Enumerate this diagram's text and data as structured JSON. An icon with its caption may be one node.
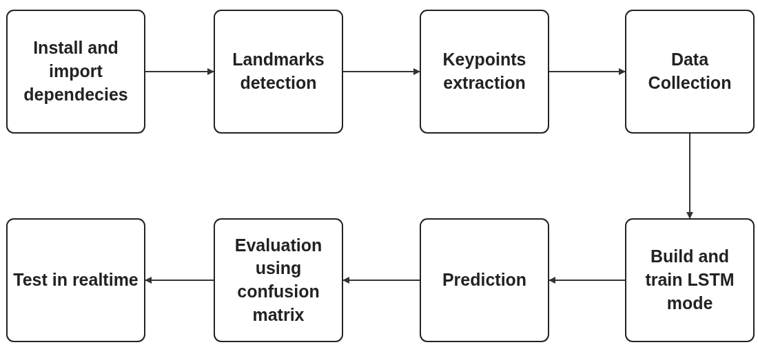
{
  "diagram": {
    "nodes": [
      {
        "text": [
          "Install and import dependecies"
        ]
      },
      {
        "text": [
          "Landmarks detection"
        ]
      },
      {
        "text": [
          "Keypoints extraction"
        ]
      },
      {
        "text": [
          "Data Collection"
        ]
      },
      {
        "text": [
          "Build and train LSTM mode"
        ]
      },
      {
        "text": [
          "Prediction"
        ]
      },
      {
        "text": [
          "Evaluation using confusion matrix"
        ]
      },
      {
        "text": [
          "Test in realtime"
        ]
      }
    ],
    "edges": [
      {
        "from": 0,
        "to": 1,
        "arrow": "to"
      },
      {
        "from": 1,
        "to": 2,
        "arrow": "to"
      },
      {
        "from": 2,
        "to": 3,
        "arrow": "to"
      },
      {
        "from": 3,
        "to": 4,
        "arrow": "to"
      },
      {
        "from": 4,
        "to": 5,
        "arrow": "to"
      },
      {
        "from": 5,
        "to": 6,
        "arrow": "to"
      },
      {
        "from": 6,
        "to": 7,
        "arrow": "to"
      }
    ]
  }
}
